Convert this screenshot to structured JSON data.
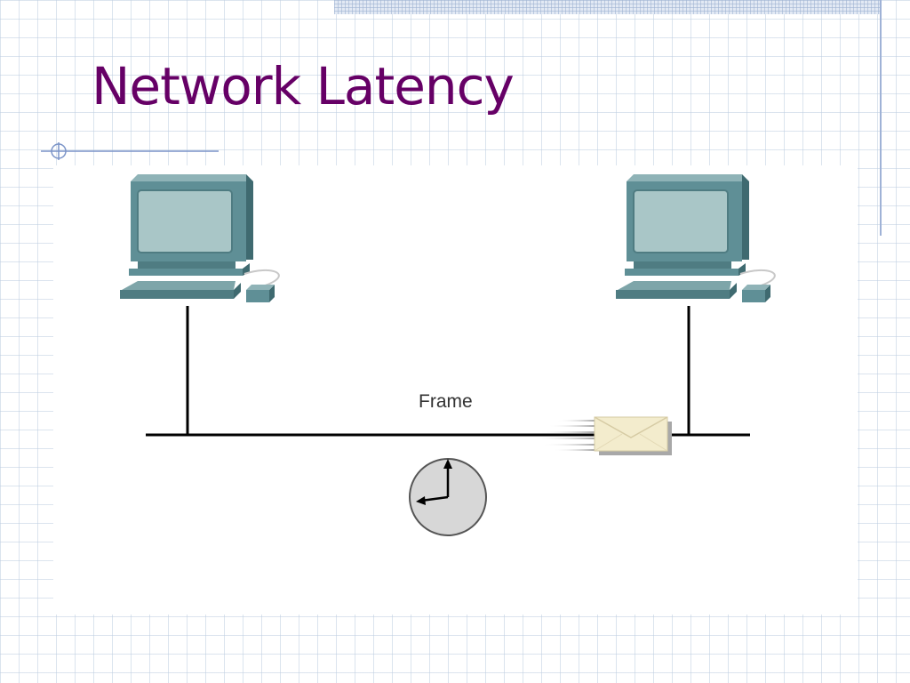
{
  "slide": {
    "title": "Network Latency"
  },
  "diagram": {
    "frame_label": "Frame",
    "nodes": [
      {
        "name": "host-left",
        "icon": "computer-icon"
      },
      {
        "name": "host-right",
        "icon": "computer-icon"
      }
    ],
    "objects": [
      {
        "name": "frame",
        "icon": "envelope-icon"
      },
      {
        "name": "clock",
        "icon": "clock-icon"
      }
    ]
  },
  "colors": {
    "title": "#660066",
    "computer_body": "#5f8f96",
    "computer_screen": "#a9c6c7",
    "cable": "#000000",
    "envelope": "#f3eccd",
    "clock_face": "#d7d7d7"
  }
}
